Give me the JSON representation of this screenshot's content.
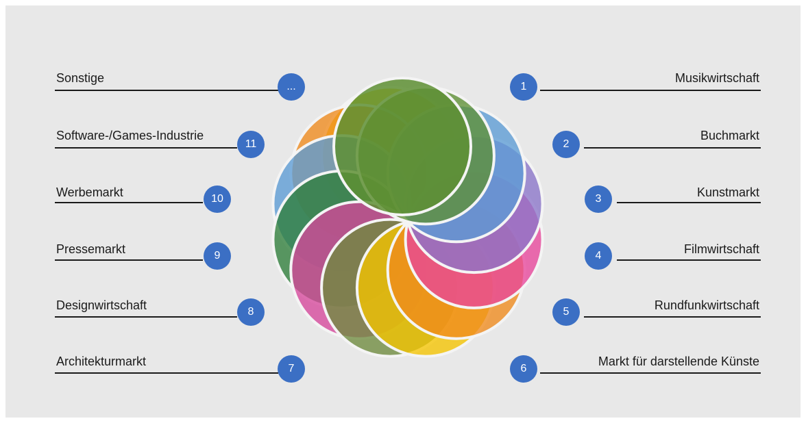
{
  "left_items": [
    {
      "number": "...",
      "label": "Sonstige"
    },
    {
      "number": "11",
      "label": "Software-/Games-Industrie"
    },
    {
      "number": "10",
      "label": "Werbemarkt"
    },
    {
      "number": "9",
      "label": "Pressemarkt"
    },
    {
      "number": "8",
      "label": "Designwirtschaft"
    },
    {
      "number": "7",
      "label": "Architekturmarkt"
    }
  ],
  "right_items": [
    {
      "number": "1",
      "label": "Musikwirtschaft"
    },
    {
      "number": "2",
      "label": "Buchmarkt"
    },
    {
      "number": "3",
      "label": "Kunstmarkt"
    },
    {
      "number": "4",
      "label": "Filmwirtschaft"
    },
    {
      "number": "5",
      "label": "Rundfunkwirtschaft"
    },
    {
      "number": "6",
      "label": "Markt für darstellende  Künste"
    }
  ],
  "colors": {
    "badge": "#3b6fc4",
    "background": "#e8e8e8",
    "petals": [
      "#f5c400",
      "#f08a1c",
      "#5b9bd5",
      "#2e7d3a",
      "#d6479b",
      "#6e8b3d",
      "#f5c400",
      "#f08a1c",
      "#e8459b",
      "#8a74c9",
      "#5b9bd5",
      "#5e8f34"
    ]
  }
}
